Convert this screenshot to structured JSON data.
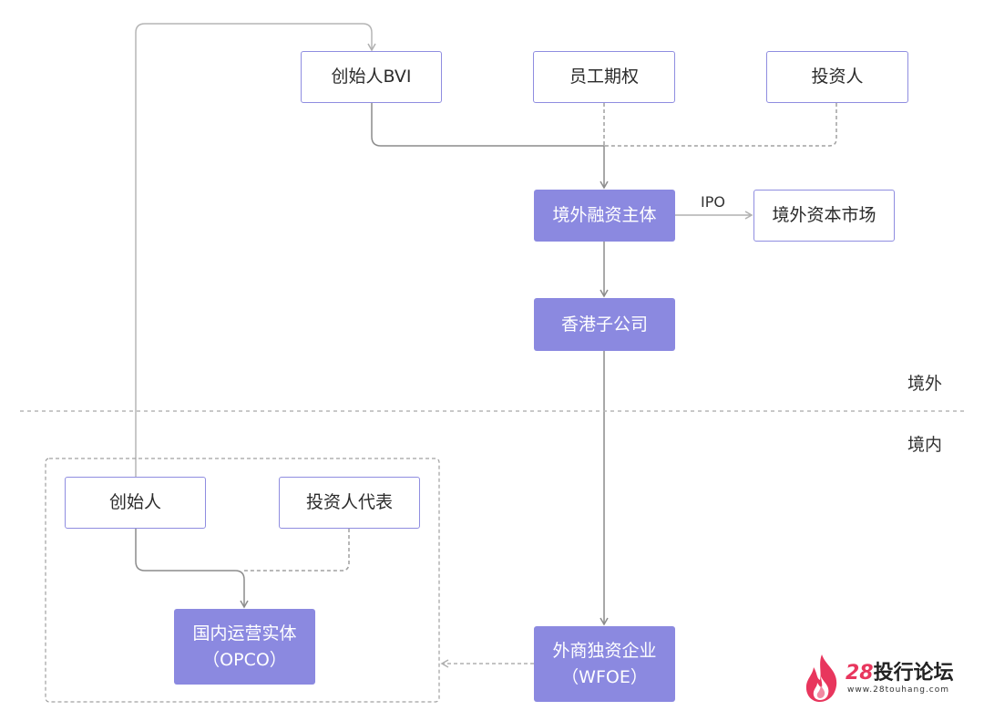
{
  "nodes": {
    "founder_bvi": "创始人BVI",
    "esop": "员工期权",
    "investors": "投资人",
    "offshore_entity": "境外融资主体",
    "offshore_market": "境外资本市场",
    "hk_subsidiary": "香港子公司",
    "founder": "创始人",
    "investor_rep": "投资人代表",
    "opco_line1": "国内运营实体",
    "opco_line2": "（OPCO）",
    "wfoe_line1": "外商独资企业",
    "wfoe_line2": "（WFOE）"
  },
  "edge_labels": {
    "ipo": "IPO"
  },
  "regions": {
    "offshore": "境外",
    "onshore": "境内"
  },
  "logo": {
    "number": "28",
    "name": "投行论坛",
    "url": "www.28touhang.com"
  },
  "colors": {
    "node_fill": "#8b89e0",
    "node_border": "#8f8de0",
    "solid_line": "#8c8c8c",
    "dashed_line": "#a0a0a0",
    "logo_accent": "#e8365d"
  }
}
